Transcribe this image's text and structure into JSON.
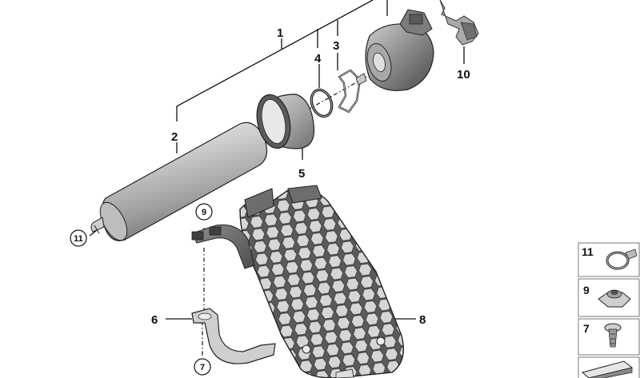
{
  "callouts": {
    "c1": "1",
    "c2": "2",
    "c3": "3",
    "c4": "4",
    "c5": "5",
    "c6": "6",
    "c7": "7",
    "c8": "8",
    "c9": "9",
    "c10": "10",
    "c11": "11"
  },
  "legend": {
    "items": [
      {
        "number": "11",
        "icon": "hose-clamp-icon"
      },
      {
        "number": "9",
        "icon": "hex-nut-icon"
      },
      {
        "number": "7",
        "icon": "expansion-rivet-icon"
      },
      {
        "number": "",
        "icon": "wedge-pad-icon"
      }
    ]
  },
  "colors": {
    "line": "#111111",
    "part_light": "#d9d9d9",
    "part_mid": "#a9a9a9",
    "part_dark": "#555555",
    "bracket": "#6a6a6a"
  }
}
